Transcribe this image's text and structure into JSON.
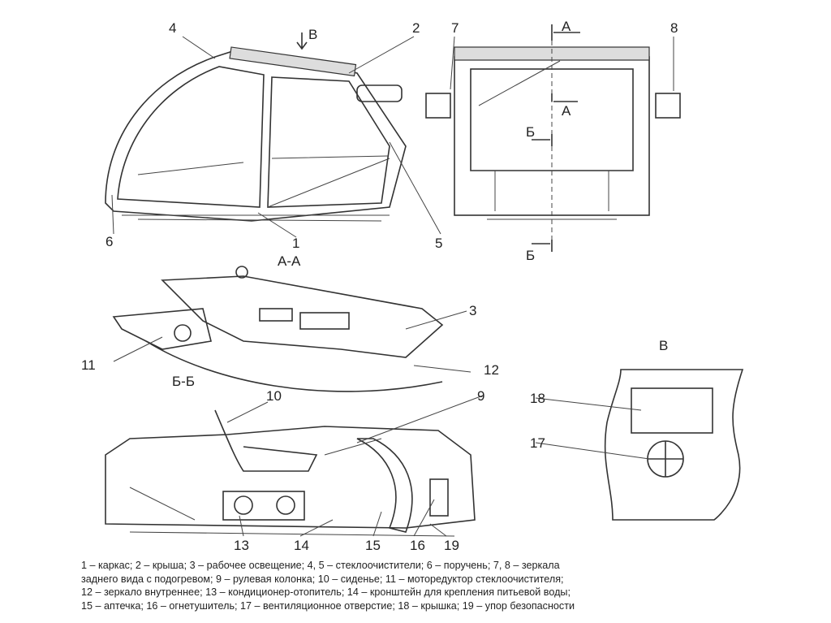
{
  "labels": {
    "n1": "1",
    "n2": "2",
    "n3": "3",
    "n4": "4",
    "n5": "5",
    "n6": "6",
    "n7": "7",
    "n8": "8",
    "n9": "9",
    "n10": "10",
    "n11": "11",
    "n12": "12",
    "n13": "13",
    "n14": "14",
    "n15": "15",
    "n16": "16",
    "n17": "17",
    "n18": "18",
    "n19": "19",
    "view_b_arrow": "В",
    "view_b": "В",
    "section_a_top": "А",
    "section_a_bottom": "А",
    "section_b_top": "Б",
    "section_b_bottom": "Б",
    "section_aa": "А-А",
    "section_bb": "Б-Б"
  },
  "caption": [
    "1 – каркас; 2 – крыша; 3 – рабочее освещение; 4, 5 – стеклоочистители; 6 – поручень; 7, 8 – зеркала",
    "заднего вида с подогревом; 9 – рулевая колонка; 10 – сиденье; 11 – моторедуктор стеклоочистителя;",
    "12 – зеркало внутреннее; 13 – кондиционер-отопитель; 14 – кронштейн для крепления питьевой воды;",
    "15 – аптечка;  16 – огнетушитель; 17 – вентиляционное отверстие; 18 – крышка; 19 – упор безопасности"
  ]
}
